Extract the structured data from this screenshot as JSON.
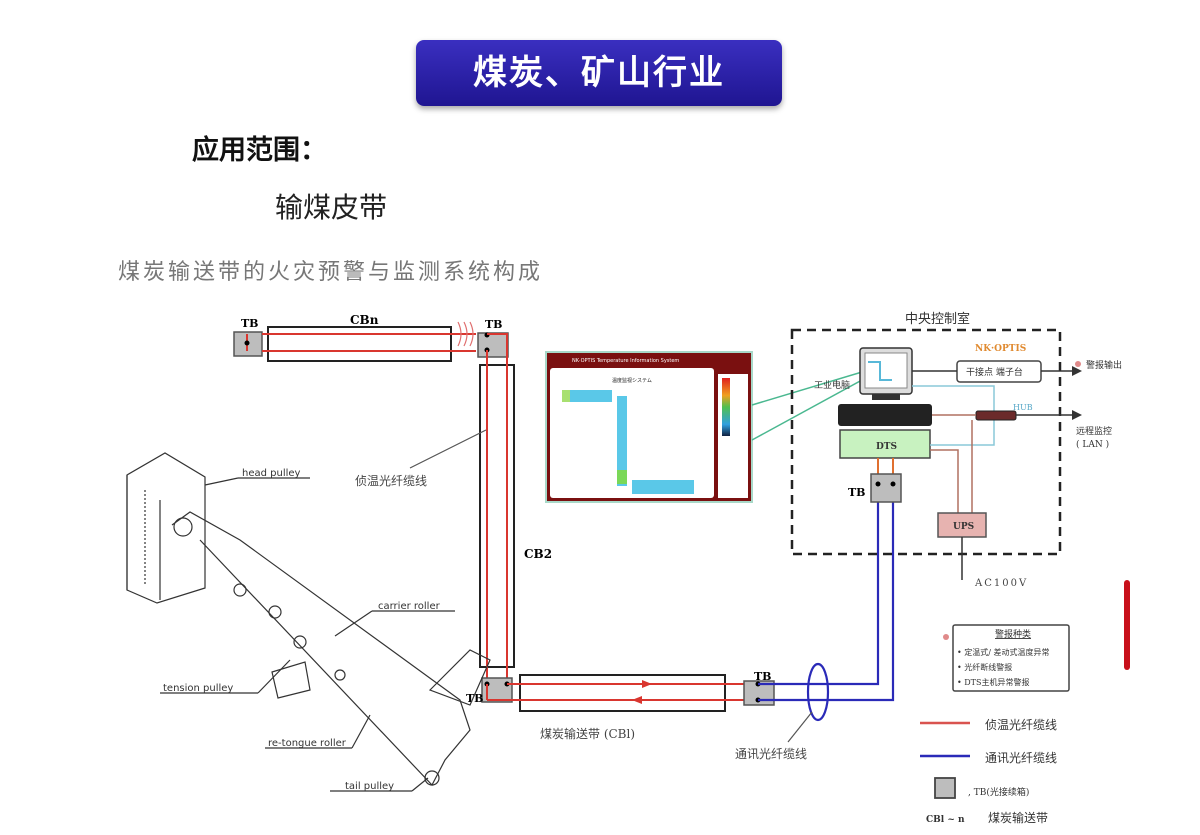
{
  "title": "煤炭、矿山行业",
  "heading": "应用范围：",
  "subheading": "输煤皮带",
  "caption": "煤炭输送带的火灾预警与监测系统构成",
  "diagram": {
    "tb_label": "TB",
    "conveyor_n": "CBn",
    "conveyor_2": "CB2",
    "conveyor_1_label": "煤炭输送带 (CBl)",
    "sensing_fiber_label": "侦温光纤缆线",
    "comm_fiber_label": "通讯光纤缆线",
    "control_room": "中央控制室",
    "industrial_pc": "工业电脑",
    "vendor": "NK·OPTIS",
    "relay_terminal": "干接点 端子台",
    "alarm_output": "警报输出",
    "hub": "HUB",
    "remote_monitor": "远程监控",
    "lan": "( LAN )",
    "dts": "DTS",
    "ups": "UPS",
    "power": "AC100V",
    "screen_title": "NK·OPTIS Temperature Information System",
    "screen_heading": "温度监视システム",
    "mechanical_labels": {
      "head_pulley": "head pulley",
      "carrier_roller": "carrier roller",
      "tension_pulley": "tension pulley",
      "return_roller": "re-tongue roller",
      "tail_pulley": "tail pulley"
    },
    "alarm_box": {
      "title": "警报种类",
      "items": [
        "• 定温式/ 差动式温度异常",
        "• 光纤断线警报",
        "• DTS主机异常警报"
      ]
    },
    "legend": [
      {
        "label": "侦温光纤缆线",
        "color": "#d9534f"
      },
      {
        "label": "通讯光纤缆线",
        "color": "#2a2ab8"
      },
      {
        "label": ", TB(光接续箱)",
        "symbol": "box"
      },
      {
        "label": "煤炭输送带",
        "prefix": "CBl ~ n"
      }
    ]
  },
  "colors": {
    "banner": "#2a20a8",
    "sensing_fiber": "#d9362f",
    "comm_fiber": "#2a2ab8",
    "dts_fill": "#c8f2c0",
    "ups_fill": "#e7b3b0",
    "tb_fill": "#bdbdbd"
  }
}
